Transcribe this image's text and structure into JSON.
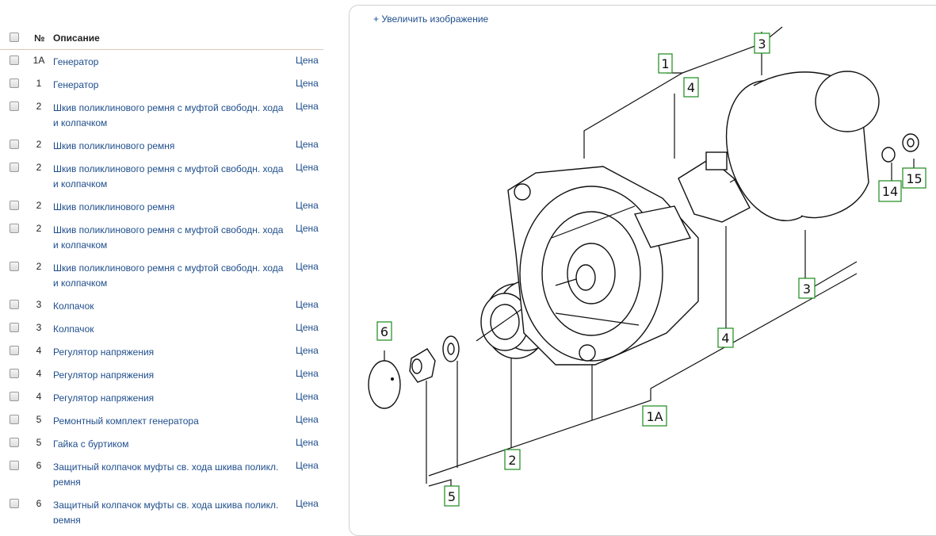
{
  "table": {
    "header": {
      "no": "№",
      "description": "Описание"
    },
    "rows": [
      {
        "no": "1A",
        "desc": "Генератор",
        "price": "Цена"
      },
      {
        "no": "1",
        "desc": "Генератор",
        "price": "Цена"
      },
      {
        "no": "2",
        "desc": "Шкив поликлинового ремня с муфтой свободн. хода и колпачком",
        "price": "Цена"
      },
      {
        "no": "2",
        "desc": "Шкив поликлинового ремня",
        "price": "Цена"
      },
      {
        "no": "2",
        "desc": "Шкив поликлинового ремня с муфтой свободн. хода и колпачком",
        "price": "Цена"
      },
      {
        "no": "2",
        "desc": "Шкив поликлинового ремня",
        "price": "Цена"
      },
      {
        "no": "2",
        "desc": "Шкив поликлинового ремня с муфтой свободн. хода и колпачком",
        "price": "Цена"
      },
      {
        "no": "2",
        "desc": "Шкив поликлинового ремня с муфтой свободн. хода и колпачком",
        "price": "Цена"
      },
      {
        "no": "3",
        "desc": "Колпачок",
        "price": "Цена"
      },
      {
        "no": "3",
        "desc": "Колпачок",
        "price": "Цена"
      },
      {
        "no": "4",
        "desc": "Регулятор напряжения",
        "price": "Цена"
      },
      {
        "no": "4",
        "desc": "Регулятор напряжения",
        "price": "Цена"
      },
      {
        "no": "4",
        "desc": "Регулятор напряжения",
        "price": "Цена"
      },
      {
        "no": "5",
        "desc": "Ремонтный комплект генератора",
        "price": "Цена"
      },
      {
        "no": "5",
        "desc": "Гайка с буртиком",
        "price": "Цена"
      },
      {
        "no": "6",
        "desc": "Защитный колпачок муфты св. хода шкива поликл. ремня",
        "price": "Цена"
      },
      {
        "no": "6",
        "desc": "Защитный колпачок муфты св. хода шкива поликл. ремня",
        "price": "Цена"
      }
    ]
  },
  "diagram": {
    "zoom_link": "+ Увеличить изображение",
    "labels": [
      "1",
      "4",
      "3",
      "14",
      "15",
      "3",
      "4",
      "1A",
      "6",
      "2",
      "5"
    ],
    "label_border_color": "#1b8a1b"
  }
}
